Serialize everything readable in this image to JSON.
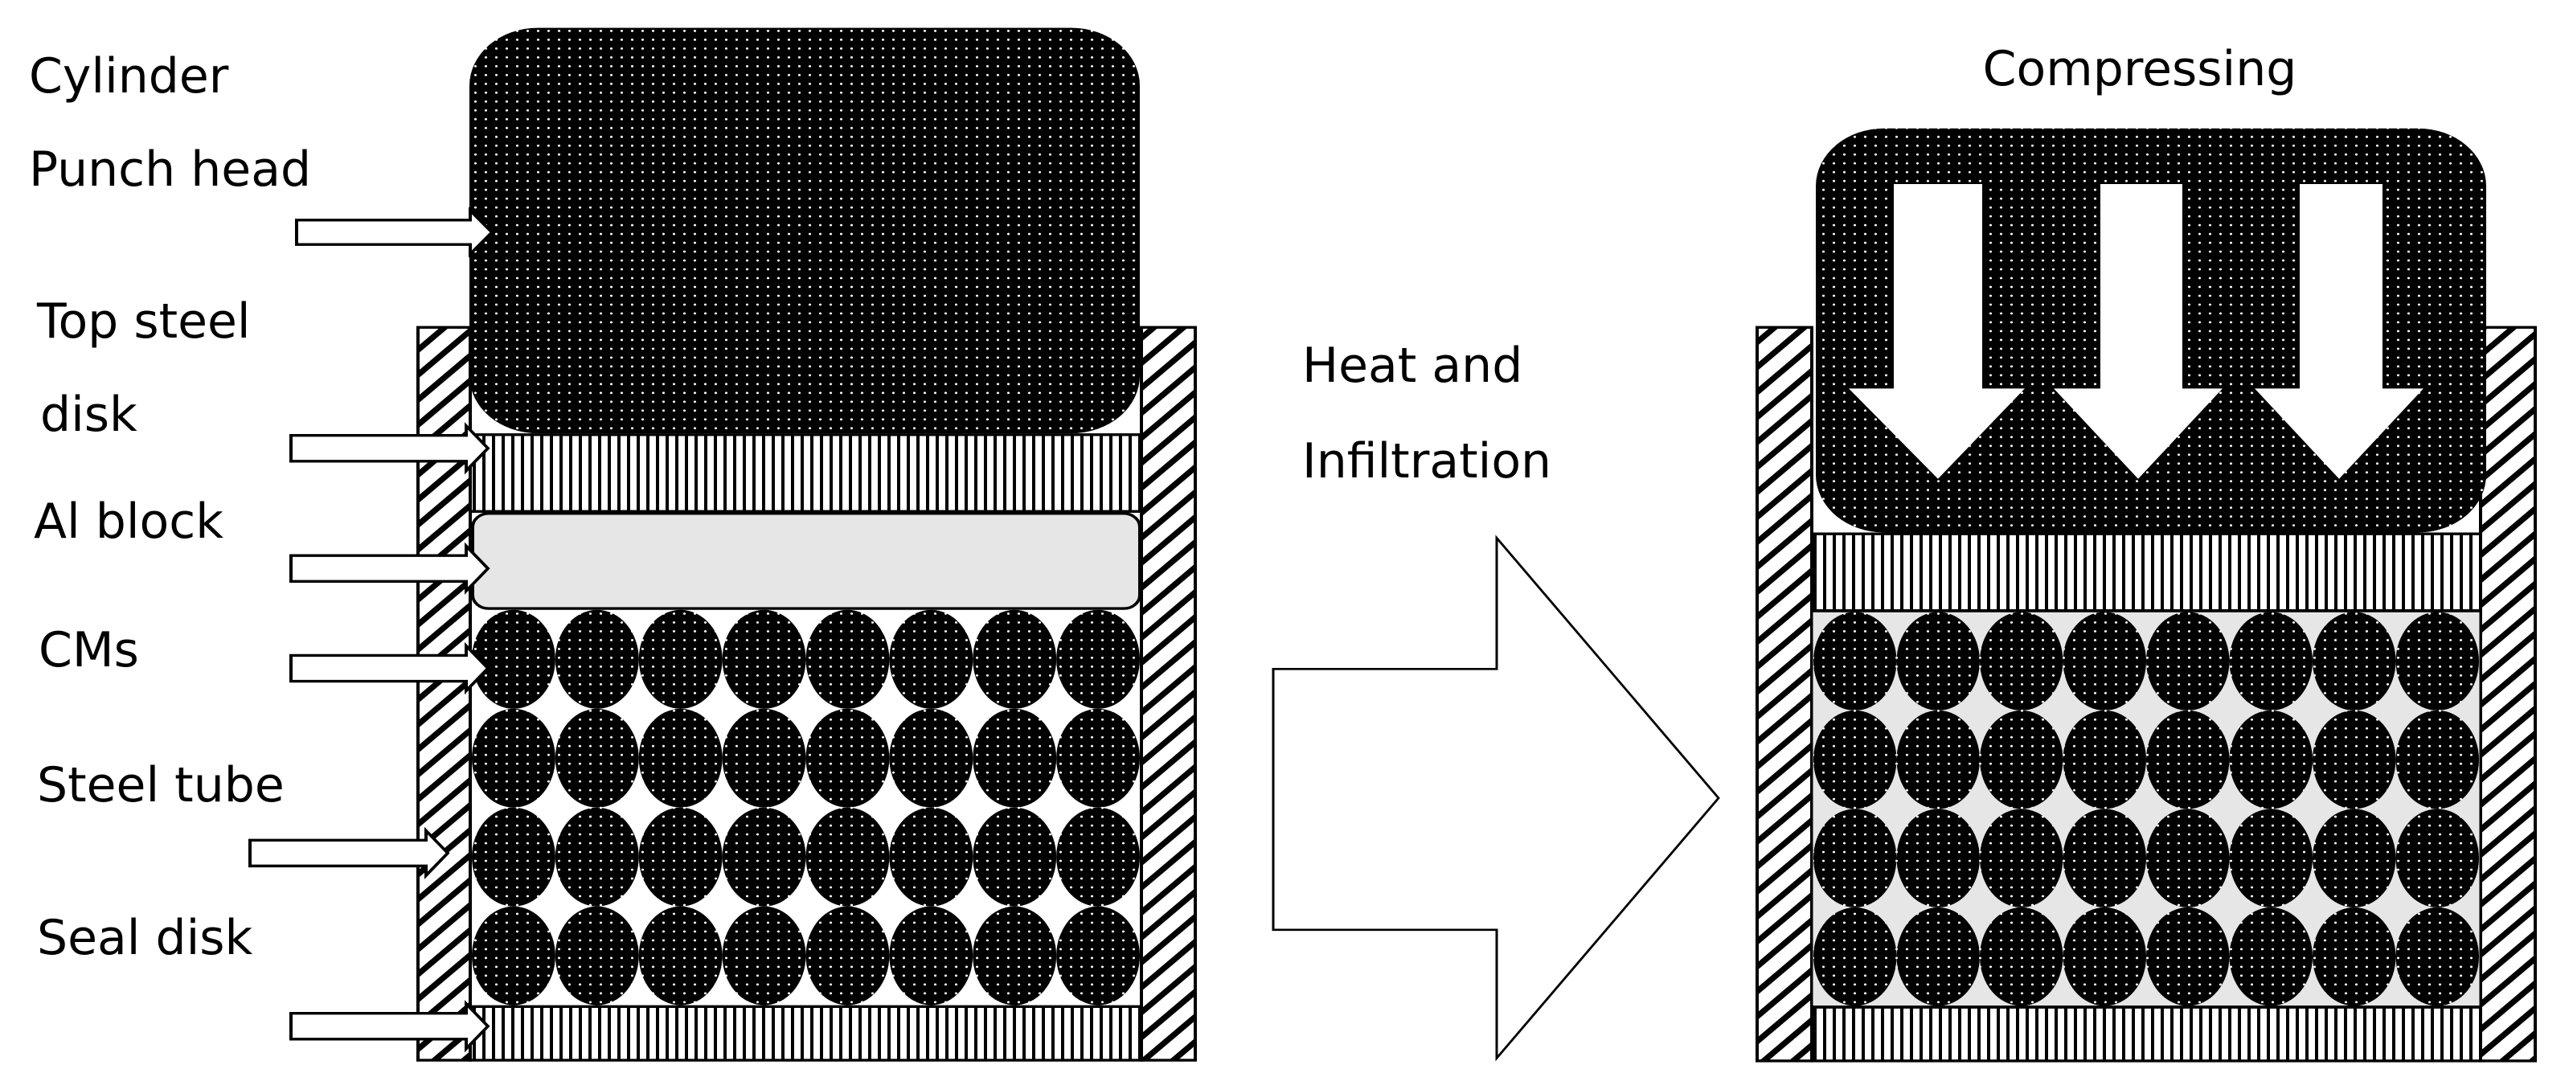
{
  "labels": {
    "cylinder": "Cylinder",
    "punch_head": "Punch head",
    "top_steel": "Top steel",
    "disk": "disk",
    "al_block": "Al block",
    "cms": "CMs",
    "steel_tube": "Steel tube",
    "seal_disk": "Seal disk",
    "heat_and": "Heat and",
    "infiltration": "Infiltration",
    "compressing": "Compressing"
  },
  "colors": {
    "solid": "#000000",
    "background": "#ffffff",
    "aluminium": "#e6e6e6"
  },
  "cm_grid": {
    "columns": 8,
    "rows": 4
  }
}
